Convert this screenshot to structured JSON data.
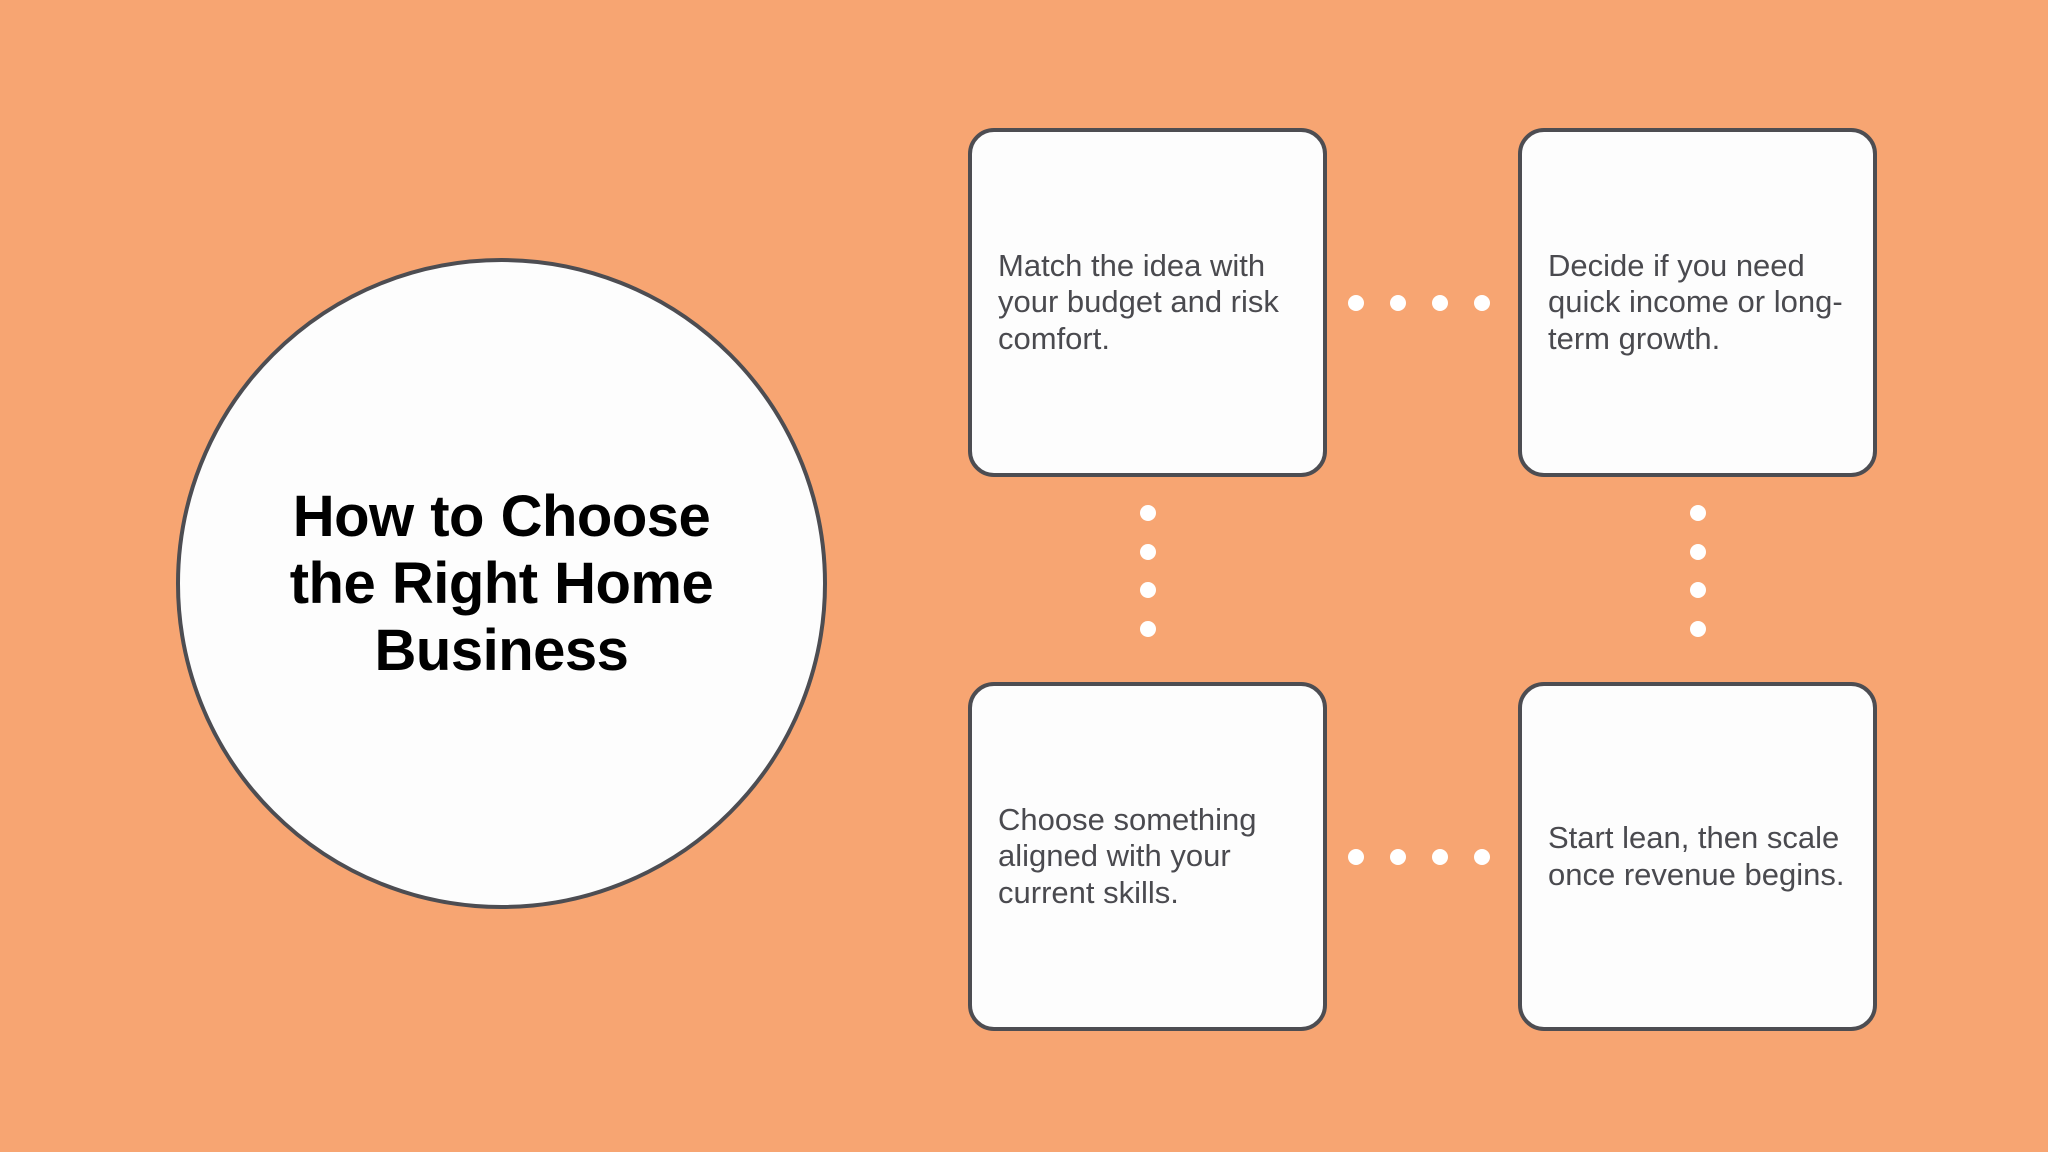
{
  "theme": {
    "background_color": "#F7A572",
    "card_background": "#FDFDFD",
    "border_color": "#4D4D52",
    "title_color": "#000000",
    "body_text_color": "#4A4A4F",
    "dot_color": "#FFFFFF"
  },
  "hero": {
    "title": "How to Choose the Right Home Business"
  },
  "cards": [
    {
      "id": "card-1",
      "text": "Match the idea with your budget and risk comfort."
    },
    {
      "id": "card-2",
      "text": "Decide if you need quick income or long-term growth."
    },
    {
      "id": "card-3",
      "text": "Choose something aligned with your current skills."
    },
    {
      "id": "card-4",
      "text": "Start lean, then scale once revenue begins."
    }
  ],
  "connectors": {
    "dot_count": 4,
    "top_label": "",
    "bottom_label": "",
    "left_label": "",
    "right_label": ""
  }
}
